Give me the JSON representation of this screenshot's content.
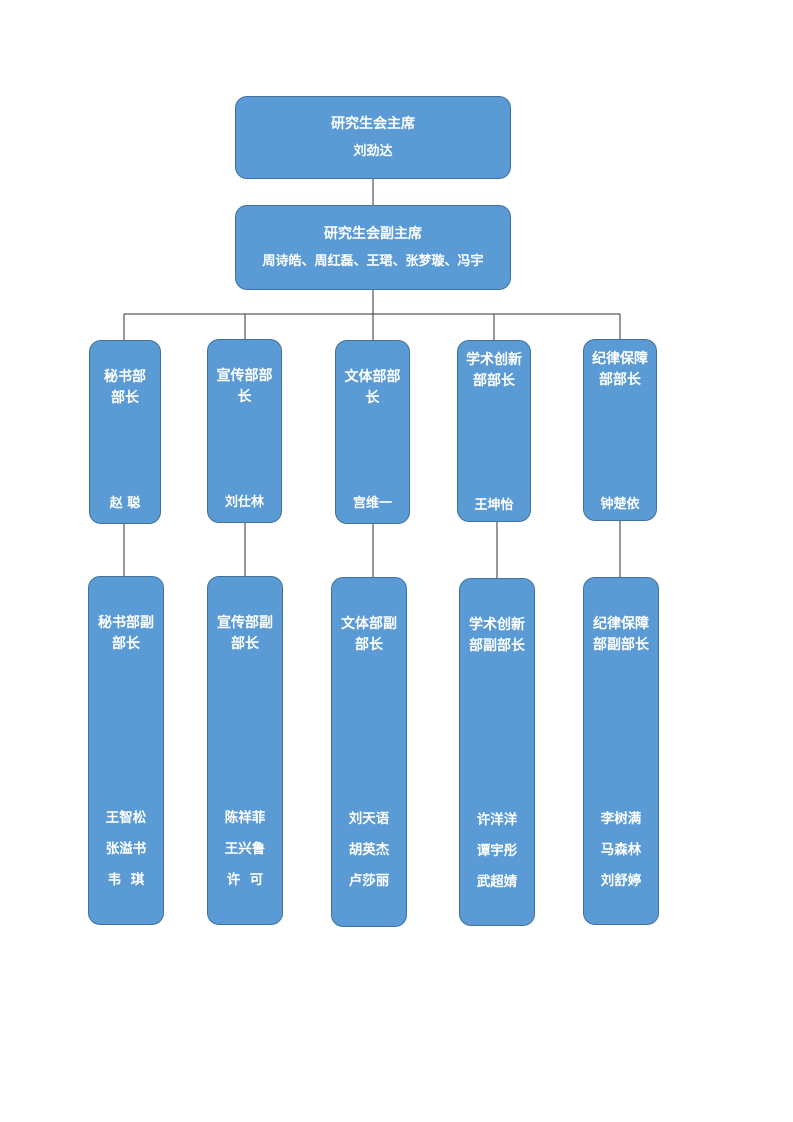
{
  "chairman": {
    "title": "研究生会主席",
    "name": "刘劲达"
  },
  "vice_chairman": {
    "title": "研究生会副主席",
    "names": "周诗皓、周红磊、王珺、张梦璇、冯宇"
  },
  "departments": [
    {
      "head_title": "秘书部部长",
      "head_name": "赵  聪",
      "deputy_title": "秘书部副部长",
      "deputies": [
        "王智松",
        "张溢书",
        "韦  琪"
      ]
    },
    {
      "head_title": "宣传部部长",
      "head_name": "刘仕林",
      "deputy_title": "宣传部副部长",
      "deputies": [
        "陈祥菲",
        "王兴鲁",
        "许  可"
      ]
    },
    {
      "head_title": "文体部部长",
      "head_name": "宫维一",
      "deputy_title": "文体部副部长",
      "deputies": [
        "刘天语",
        "胡英杰",
        "卢莎丽"
      ]
    },
    {
      "head_title": "学术创新部部长",
      "head_name": "王坤怡",
      "deputy_title": "学术创新部副部长",
      "deputies": [
        "许洋洋",
        "谭宇彤",
        "武超婧"
      ]
    },
    {
      "head_title": "纪律保障部部长",
      "head_name": "钟楚依",
      "deputy_title": "纪律保障部副部长",
      "deputies": [
        "李树满",
        "马森林",
        "刘舒婷"
      ]
    }
  ],
  "colors": {
    "box_fill": "#5b9bd5",
    "box_border": "#41719c",
    "text": "#ffffff",
    "connector": "#333333"
  }
}
